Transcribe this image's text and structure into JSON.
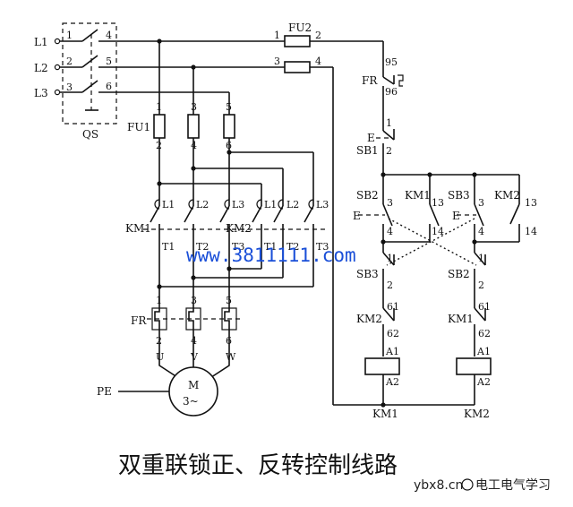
{
  "title": "双重联锁正、反转控制线路",
  "watermark": "www.3811111.com",
  "brand": {
    "site": "ybx8.cn",
    "account": "电工电气学习"
  },
  "supply": {
    "l1": "L1",
    "l2": "L2",
    "l3": "L3",
    "switch": "QS",
    "pe": "PE"
  },
  "nodes": {
    "n1": "1",
    "n2": "2",
    "n3": "3",
    "n4": "4",
    "n5": "5",
    "n6": "6",
    "n13": "13",
    "n14": "14",
    "n61": "61",
    "n62": "62",
    "n95": "95",
    "n96": "96"
  },
  "fuses": {
    "main": "FU1",
    "control": "FU2"
  },
  "contactors": {
    "km1": "KM1",
    "km2": "KM2"
  },
  "contactor_terminals": {
    "l1": "L1",
    "l2": "L2",
    "l3": "L3",
    "t1": "T1",
    "t2": "T2",
    "t3": "T3"
  },
  "relay": {
    "name": "FR"
  },
  "motor": {
    "letter": "M",
    "spec": "3~",
    "u": "U",
    "v": "V",
    "w": "W"
  },
  "buttons": {
    "stop": "SB1",
    "forward": "SB2",
    "reverse": "SB3",
    "actuator": "E"
  },
  "coils": {
    "a1": "A1",
    "a2": "A2"
  },
  "colors": {
    "line": "#111111",
    "watermark": "#1a4fd8",
    "background": "#ffffff"
  }
}
